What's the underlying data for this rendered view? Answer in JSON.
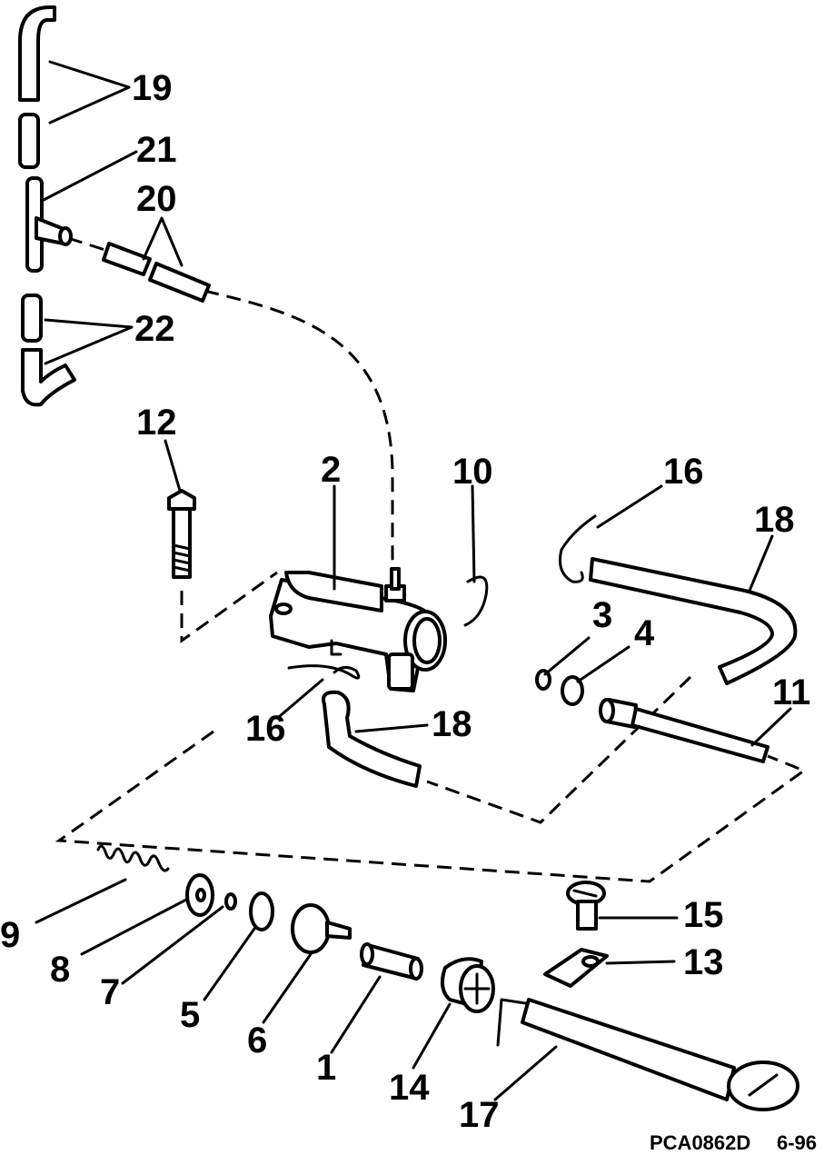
{
  "diagram": {
    "callouts": [
      "19",
      "21",
      "20",
      "22",
      "12",
      "2",
      "10",
      "16",
      "18",
      "3",
      "4",
      "11",
      "16",
      "18",
      "9",
      "8",
      "7",
      "5",
      "6",
      "1",
      "14",
      "15",
      "13",
      "17"
    ],
    "footer": {
      "code": "PCA0862D",
      "date": "6-96"
    }
  }
}
